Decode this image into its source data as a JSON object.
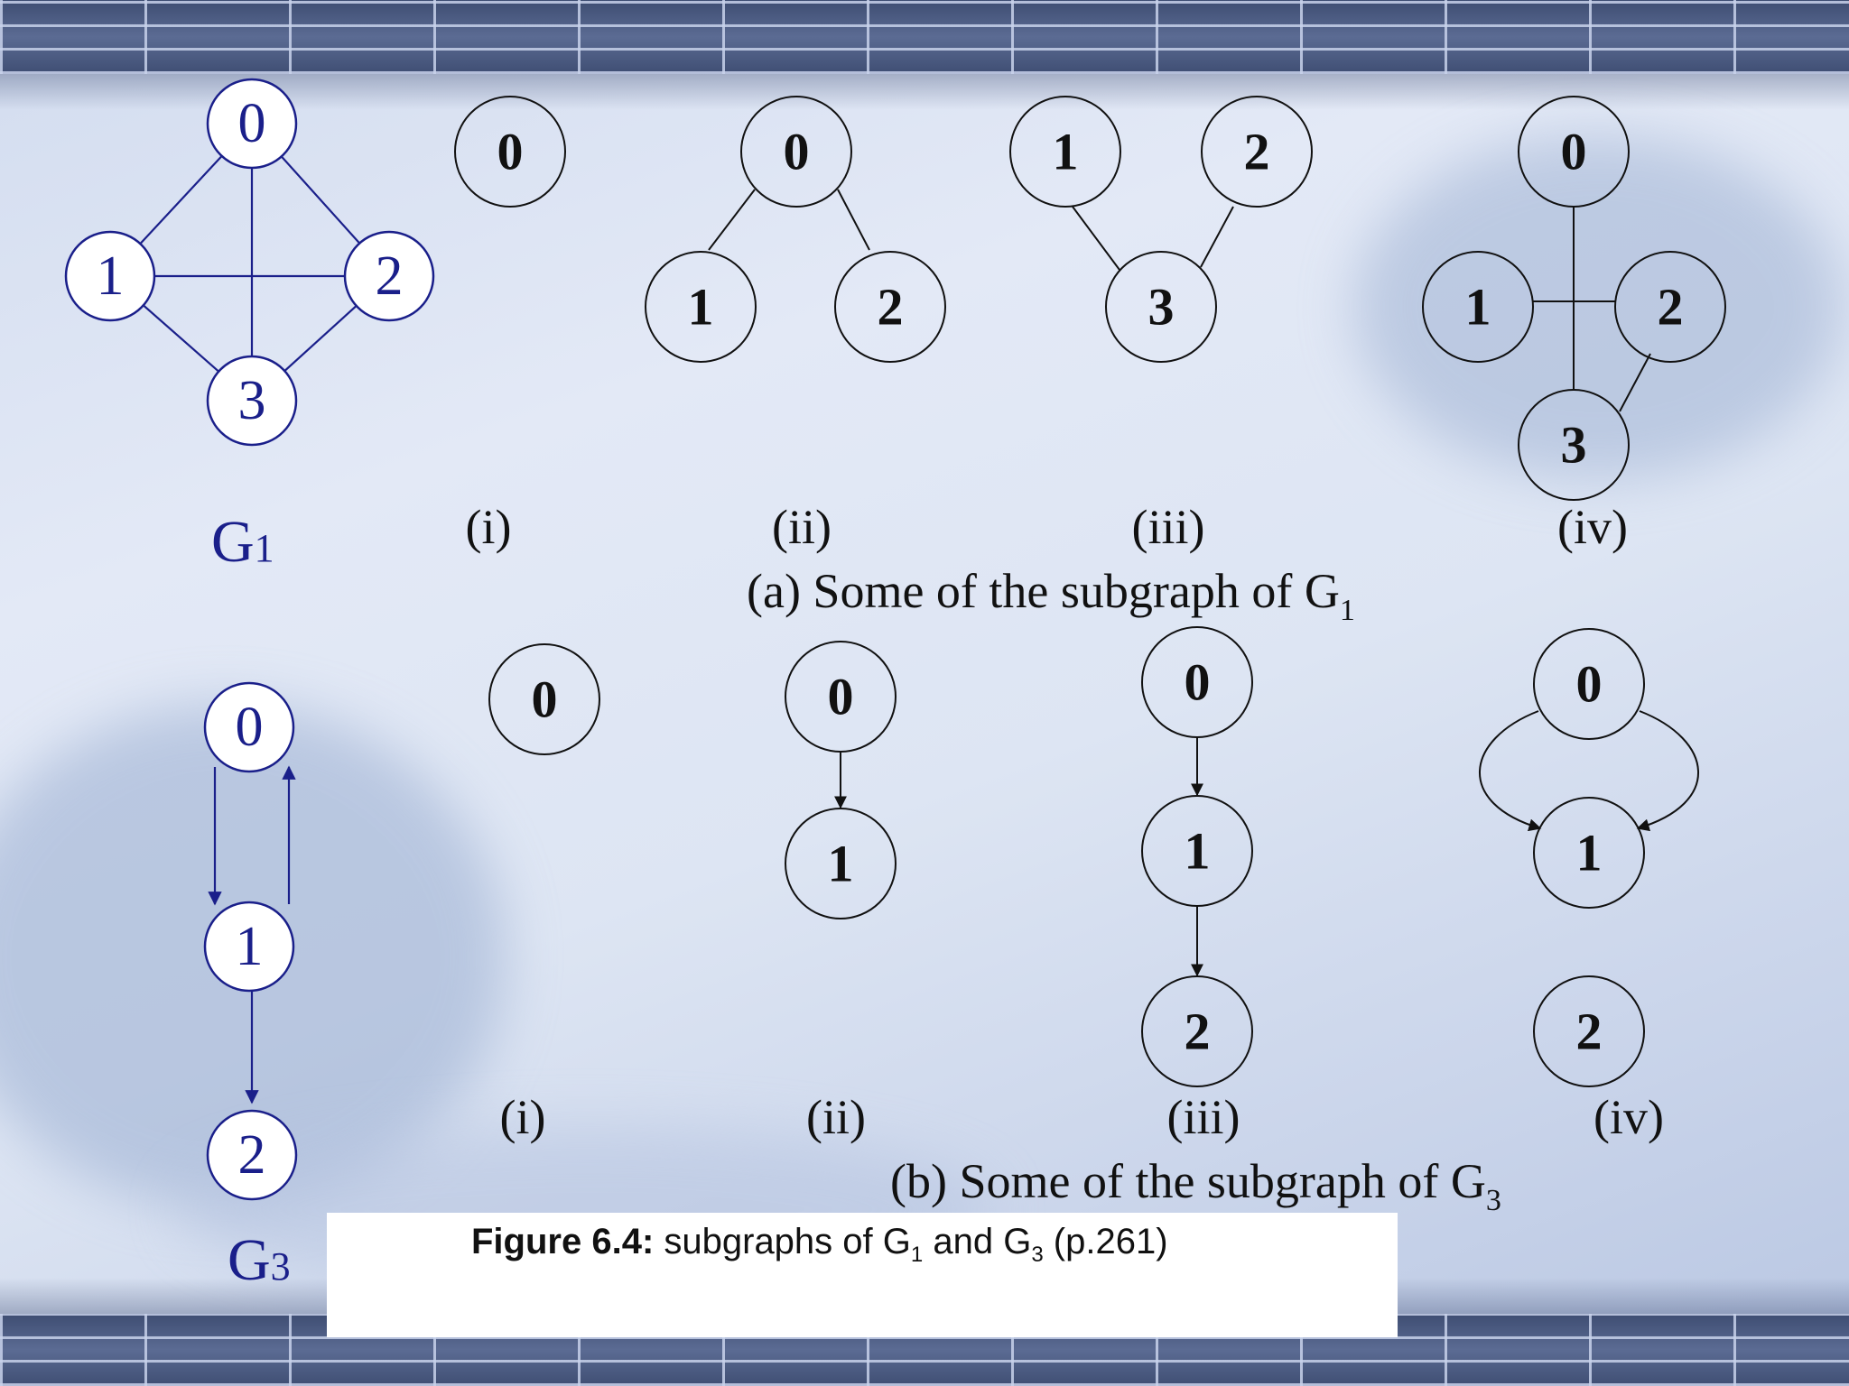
{
  "graphs": {
    "g1": {
      "name": "G",
      "subscript": "1",
      "nodes": [
        "0",
        "1",
        "2",
        "3"
      ]
    },
    "g3": {
      "name": "G",
      "subscript": "3",
      "nodes": [
        "0",
        "1",
        "2"
      ]
    }
  },
  "part_a": {
    "caption_text": "(a) Some of the subgraph of G",
    "caption_sub": "1",
    "labels": [
      "(i)",
      "(ii)",
      "(iii)",
      "(iv)"
    ],
    "subgraphs": [
      {
        "nodes": [
          "0"
        ]
      },
      {
        "nodes": [
          "0",
          "1",
          "2"
        ],
        "edges": [
          [
            "0",
            "1"
          ],
          [
            "0",
            "2"
          ]
        ]
      },
      {
        "nodes": [
          "1",
          "2",
          "3"
        ],
        "edges": [
          [
            "1",
            "3"
          ],
          [
            "2",
            "3"
          ]
        ]
      },
      {
        "nodes": [
          "0",
          "1",
          "2",
          "3"
        ],
        "edges": [
          [
            "0",
            "3"
          ],
          [
            "1",
            "2"
          ],
          [
            "2",
            "3"
          ]
        ]
      }
    ]
  },
  "part_b": {
    "caption_text": "(b) Some of the subgraph of G",
    "caption_sub": "3",
    "labels": [
      "(i)",
      "(ii)",
      "(iii)",
      "(iv)"
    ],
    "subgraphs": [
      {
        "nodes": [
          "0"
        ]
      },
      {
        "nodes": [
          "0",
          "1"
        ],
        "edges": [
          [
            "0",
            "1"
          ]
        ]
      },
      {
        "nodes": [
          "0",
          "1",
          "2"
        ],
        "edges": [
          [
            "0",
            "1"
          ],
          [
            "1",
            "2"
          ]
        ]
      },
      {
        "nodes": [
          "0",
          "1",
          "2"
        ],
        "edges": [
          [
            "0",
            "1"
          ],
          [
            "0",
            "1"
          ]
        ]
      }
    ]
  },
  "figure_caption": {
    "bold": "Figure 6.4:",
    "text_1": " subgraphs of G",
    "sub_1": "1",
    "text_2": " and G",
    "sub_2": "3",
    "text_3": " (p.261)"
  },
  "colors": {
    "graph_blue": "#1a1f8a",
    "ink": "#111111",
    "brick": "#4d5d85"
  }
}
